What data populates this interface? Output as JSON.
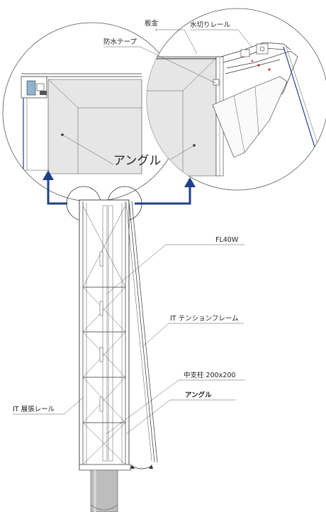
{
  "labels": {
    "sheet_metal": "板金",
    "water_cut_rail": "水切りレール",
    "waterproof_tape": "防水テープ",
    "angle_detail": "アングル",
    "fl40w": "FL40W",
    "it_tension_frame": "IT テンションフレーム",
    "center_pillar": "中支柱 200x200",
    "angle_main": "アングル",
    "it_expansion_rail": "IT 展張レール"
  },
  "colors": {
    "accent_blue": "#1f3f8a",
    "panel_gray": "#e6e6e6",
    "line_dark": "#333333",
    "pillar_gray": "#bdbdbd"
  }
}
